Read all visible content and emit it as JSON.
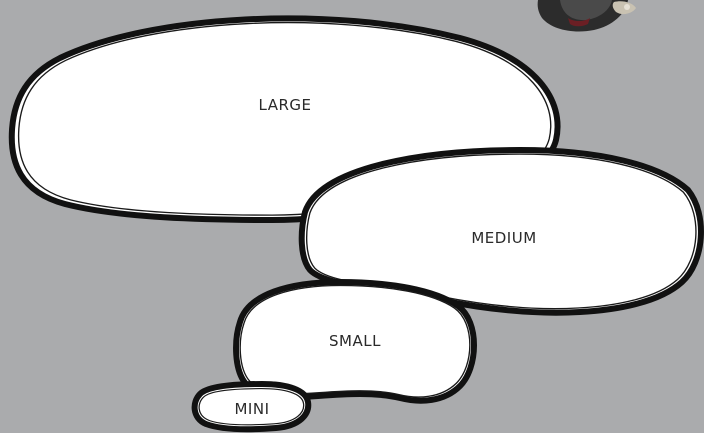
{
  "shapes": {
    "large": "LARGE",
    "medium": "MEDIUM",
    "small": "SMALL",
    "mini": "MINI"
  }
}
